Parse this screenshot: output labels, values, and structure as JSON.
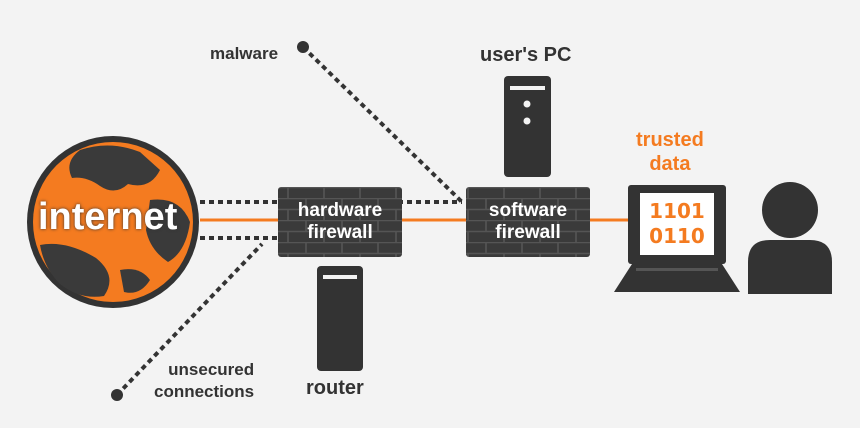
{
  "labels": {
    "internet": "internet",
    "malware": "malware",
    "unsecured_line1": "unsecured",
    "unsecured_line2": "connections",
    "hardware_firewall_line1": "hardware",
    "hardware_firewall_line2": "firewall",
    "software_firewall_line1": "software",
    "software_firewall_line2": "firewall",
    "router": "router",
    "users_pc": "user's PC",
    "trusted_line1": "trusted",
    "trusted_line2": "data",
    "bits_line1": "1101",
    "bits_line2": "0110"
  },
  "colors": {
    "accent": "#f47b20",
    "dark": "#333333",
    "brick": "#3a3a3a",
    "background": "#f3f3f3"
  },
  "icons": [
    "globe-icon",
    "firewall-brick-icon",
    "router-tower-icon",
    "pc-tower-icon",
    "monitor-icon",
    "user-icon"
  ]
}
